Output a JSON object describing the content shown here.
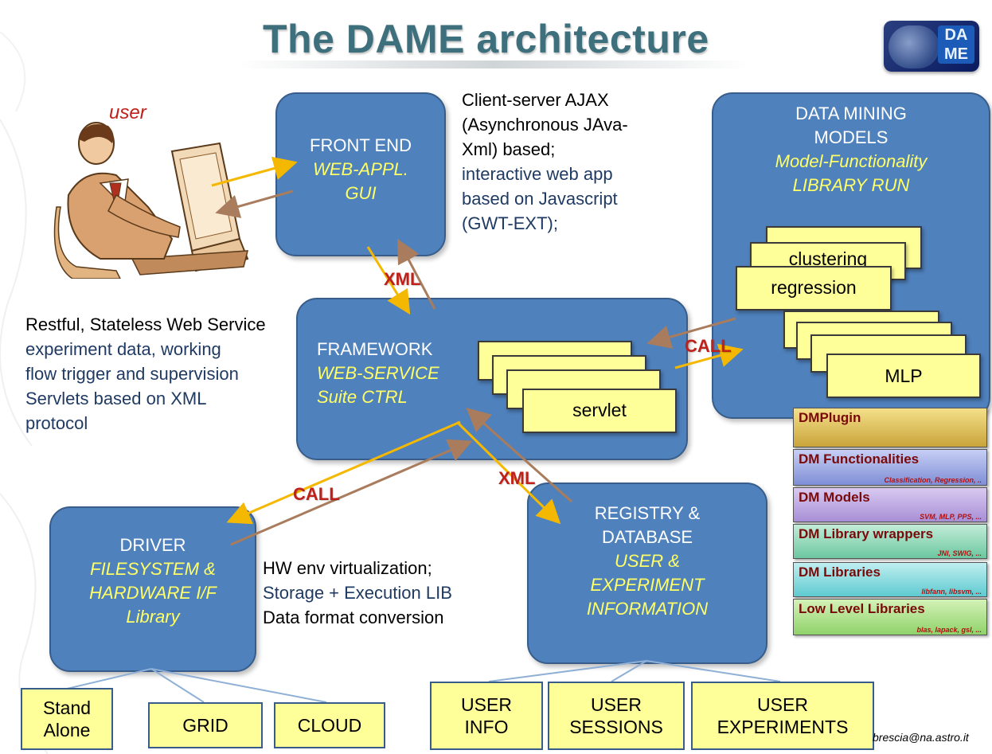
{
  "title": "The DAME architecture",
  "logo": {
    "text_line1": "DA",
    "text_line2": "ME"
  },
  "user_label": "user",
  "front_end": {
    "line1": "FRONT END",
    "line2": "WEB-APPL.",
    "line3": "GUI"
  },
  "note_frontend": {
    "line1": "Client-server  AJAX",
    "line2": "(Asynchronous JAva-",
    "line3": "Xml) based;",
    "line4": "interactive web  app",
    "line5": "based on Javascript",
    "line6": "(GWT-EXT);"
  },
  "dm_models": {
    "line1": "DATA MINING",
    "line2": "MODELS",
    "line3": "Model-Functionality",
    "line4": "LIBRARY RUN",
    "cards": {
      "clustering": "clustering",
      "regression": "regression",
      "mlp": "MLP"
    }
  },
  "framework": {
    "line1": "FRAMEWORK",
    "line2": "WEB-SERVICE",
    "line3": "Suite CTRL",
    "servlet": "servlet"
  },
  "note_framework": {
    "line1": "Restful, Stateless Web Service",
    "line2": "experiment data, working",
    "line3": "flow trigger and supervision",
    "line4": "Servlets based on XML",
    "line5": "protocol"
  },
  "labels": {
    "xml_top": "XML",
    "call_right": "CALL",
    "call_left": "CALL",
    "xml_bottom": "XML"
  },
  "driver": {
    "line1": "DRIVER",
    "line2": "FILESYSTEM &",
    "line3": "HARDWARE I/F",
    "line4": "Library"
  },
  "note_driver": {
    "line1": "HW env virtualization;",
    "line2": "Storage + Execution LIB",
    "line3": "Data format conversion"
  },
  "registry": {
    "line1": "REGISTRY &",
    "line2": "DATABASE",
    "line3": "USER &",
    "line4": "EXPERIMENT",
    "line5": "INFORMATION"
  },
  "bottom_boxes": {
    "standalone_line1": "Stand",
    "standalone_line2": "Alone",
    "grid": "GRID",
    "cloud": "CLOUD",
    "userinfo_line1": "USER",
    "userinfo_line2": "INFO",
    "usersessions_line1": "USER",
    "usersessions_line2": "SESSIONS",
    "userexperiments_line1": "USER",
    "userexperiments_line2": "EXPERIMENTS"
  },
  "plugin_stack": {
    "dmplugin": "DMPlugin",
    "functionalities": "DM Functionalities",
    "functionalities_sub": "Classification, Regression, ..",
    "models": "DM Models",
    "models_sub": "SVM, MLP, PPS, ...",
    "wrappers": "DM Library wrappers",
    "wrappers_sub": "JNI, SWIG, ...",
    "libraries": "DM Libraries",
    "libraries_sub": "libfann, libsvm, ...",
    "lowlevel": "Low Level Libraries",
    "lowlevel_sub": "blas, lapack, gsl, ..."
  },
  "signature": "brescia@na.astro.it",
  "colors": {
    "box_fill": "#4f81bd",
    "box_text_accent": "#ffff66",
    "card_fill": "#ffff99",
    "label_red": "#c0201a",
    "title": "#3d6f7c"
  }
}
